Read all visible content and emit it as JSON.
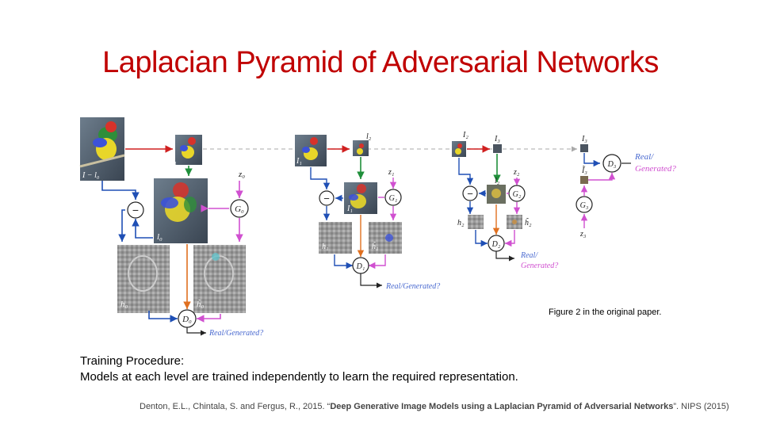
{
  "slide": {
    "title": "Laplacian Pyramid of Adversarial Networks",
    "caption": "Figure 2 in the original paper.",
    "body_heading": "Training Procedure:",
    "body_text": "Models at each level are trained independently to learn the required representation.",
    "citation_prefix": "Denton, E.L., Chintala, S. and Fergus, R., 2015. “",
    "citation_title": "Deep Generative Image Models using a Laplacian Pyramid of Adversarial Networks",
    "citation_suffix": "”. NIPS (2015)"
  },
  "figure": {
    "labels": {
      "i_minus_l0": "I − l₀",
      "i1_a": "I₁",
      "i1_b": "I₁",
      "i1_c": "I₁",
      "i2_a": "l₂",
      "i2_b": "I₂",
      "i2_c": "l₂",
      "i3_a": "I₃",
      "i3_b": "I₃",
      "i3_c": "Ĩ₃",
      "l0": "l₀",
      "z0": "z₀",
      "z1": "z₁",
      "z2": "z₂",
      "z3": "z₃",
      "g0": "G₀",
      "g1": "G₁",
      "g2": "G₂",
      "g3": "G₃",
      "d0": "D₀",
      "d1": "D₁",
      "d2": "D₂",
      "d3": "D₃",
      "h0": "h₀",
      "h0t": "h̃₀",
      "h1": "h₁",
      "h1t": "h̃₁",
      "h2": "h₂",
      "h2t": "h̃₂",
      "minus": "−",
      "rg0": "Real/Generated?",
      "rg1": "Real/Generated?",
      "rg2_a": "Real/",
      "rg2_b": "Generated?",
      "rg3_a": "Real/",
      "rg3_b": "Generated?"
    }
  }
}
